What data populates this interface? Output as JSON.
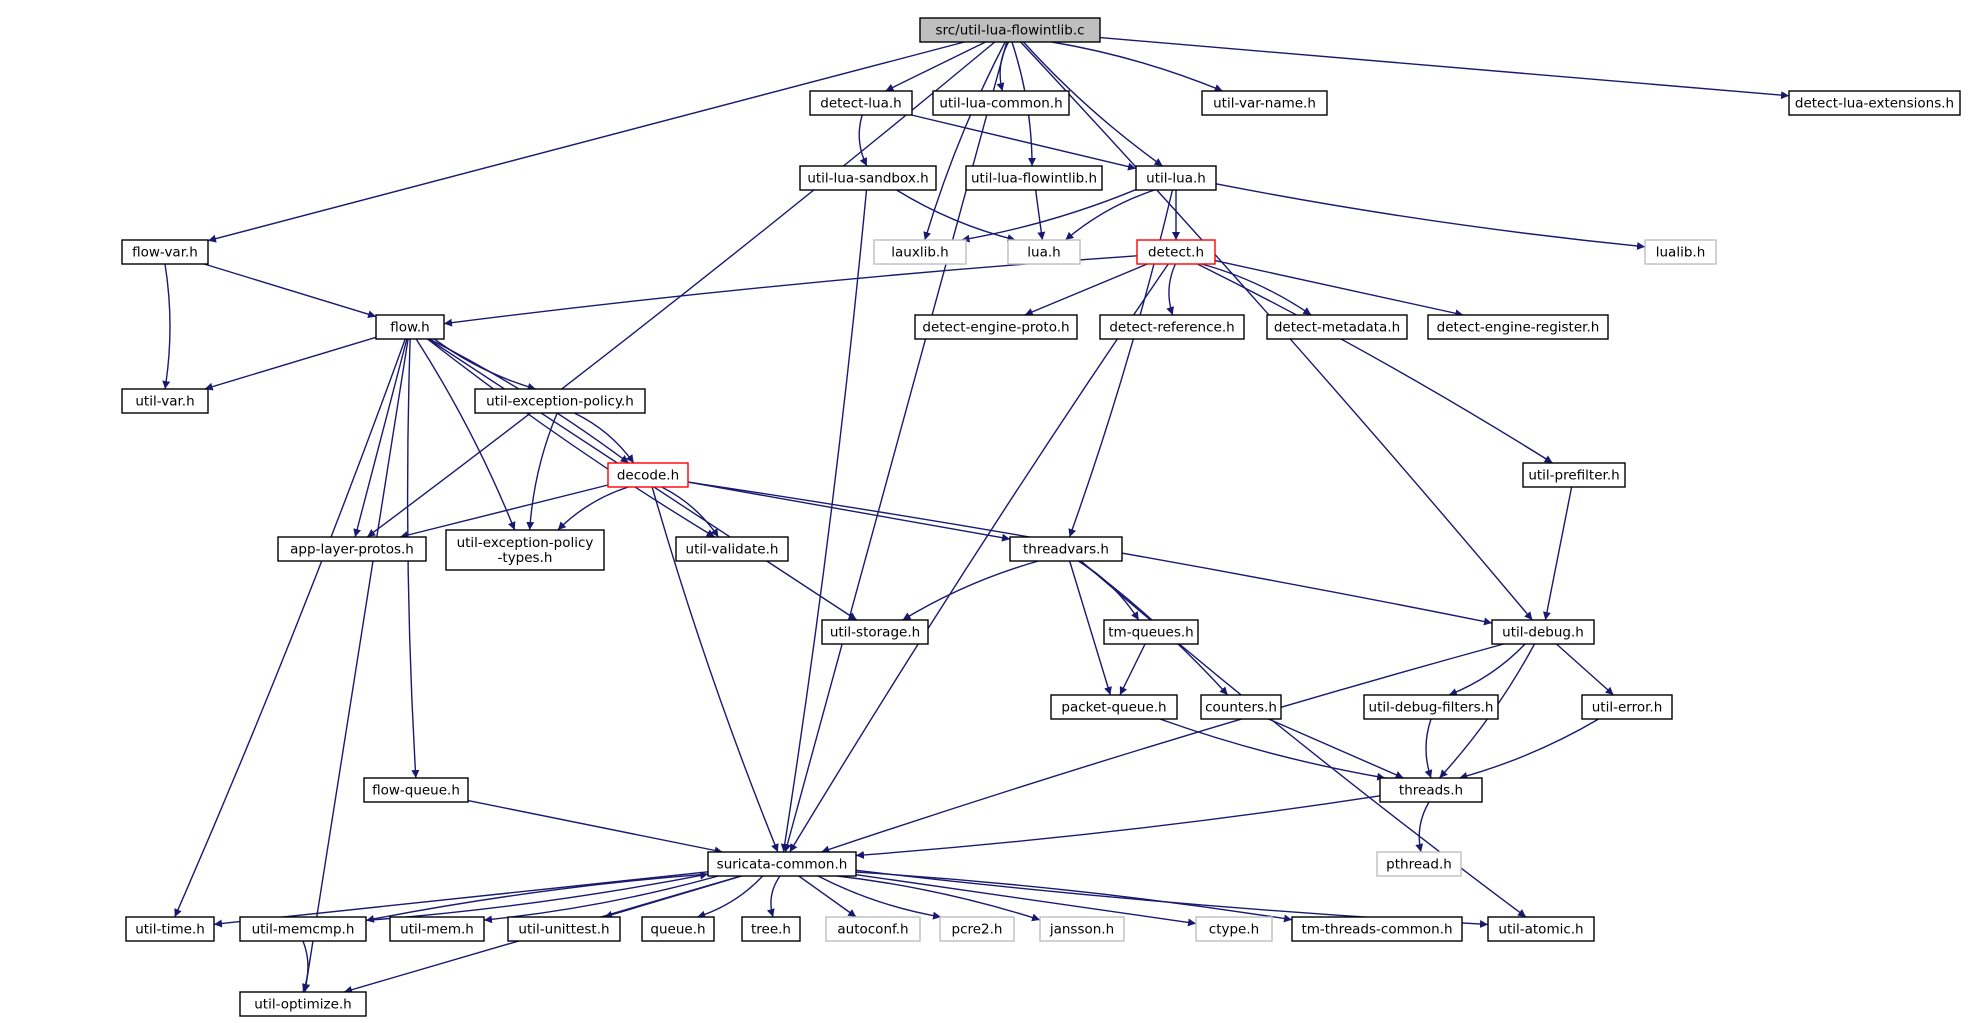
{
  "diagram": {
    "type": "include-dependency-graph",
    "root": "src/util-lua-flowintlib.c",
    "colors": {
      "edge": "#191970",
      "root_fill": "#bfbfbf",
      "highlight_border": "#ff0000",
      "external_border": "#bfbfbf"
    },
    "nodes": [
      {
        "id": "root",
        "label": "src/util-lua-flowintlib.c",
        "style": "root"
      },
      {
        "id": "detect_lua",
        "label": "detect-lua.h"
      },
      {
        "id": "util_lua_common",
        "label": "util-lua-common.h"
      },
      {
        "id": "util_var_name",
        "label": "util-var-name.h"
      },
      {
        "id": "detect_lua_ext",
        "label": "detect-lua-extensions.h"
      },
      {
        "id": "util_lua_sandbox",
        "label": "util-lua-sandbox.h"
      },
      {
        "id": "util_lua_flowintlib",
        "label": "util-lua-flowintlib.h"
      },
      {
        "id": "util_lua",
        "label": "util-lua.h"
      },
      {
        "id": "flow_var",
        "label": "flow-var.h"
      },
      {
        "id": "lauxlib",
        "label": "lauxlib.h",
        "style": "gray"
      },
      {
        "id": "lua",
        "label": "lua.h",
        "style": "gray"
      },
      {
        "id": "detect",
        "label": "detect.h",
        "style": "red"
      },
      {
        "id": "lualib",
        "label": "lualib.h",
        "style": "gray"
      },
      {
        "id": "flow",
        "label": "flow.h"
      },
      {
        "id": "detect_engine_proto",
        "label": "detect-engine-proto.h"
      },
      {
        "id": "detect_reference",
        "label": "detect-reference.h"
      },
      {
        "id": "detect_metadata",
        "label": "detect-metadata.h"
      },
      {
        "id": "detect_engine_register",
        "label": "detect-engine-register.h"
      },
      {
        "id": "util_var",
        "label": "util-var.h"
      },
      {
        "id": "util_exception_policy",
        "label": "util-exception-policy.h"
      },
      {
        "id": "decode",
        "label": "decode.h",
        "style": "red"
      },
      {
        "id": "util_prefilter",
        "label": "util-prefilter.h"
      },
      {
        "id": "app_layer_protos",
        "label": "app-layer-protos.h"
      },
      {
        "id": "util_exception_policy_types",
        "label": "util-exception-policy\n-types.h"
      },
      {
        "id": "util_validate",
        "label": "util-validate.h"
      },
      {
        "id": "threadvars",
        "label": "threadvars.h"
      },
      {
        "id": "util_storage",
        "label": "util-storage.h"
      },
      {
        "id": "tm_queues",
        "label": "tm-queues.h"
      },
      {
        "id": "util_debug",
        "label": "util-debug.h"
      },
      {
        "id": "packet_queue",
        "label": "packet-queue.h"
      },
      {
        "id": "counters",
        "label": "counters.h"
      },
      {
        "id": "util_debug_filters",
        "label": "util-debug-filters.h"
      },
      {
        "id": "util_error",
        "label": "util-error.h"
      },
      {
        "id": "flow_queue",
        "label": "flow-queue.h"
      },
      {
        "id": "threads",
        "label": "threads.h"
      },
      {
        "id": "suricata_common",
        "label": "suricata-common.h"
      },
      {
        "id": "pthread",
        "label": "pthread.h",
        "style": "gray"
      },
      {
        "id": "util_time",
        "label": "util-time.h"
      },
      {
        "id": "util_memcmp",
        "label": "util-memcmp.h"
      },
      {
        "id": "util_mem",
        "label": "util-mem.h"
      },
      {
        "id": "util_unittest",
        "label": "util-unittest.h"
      },
      {
        "id": "queue",
        "label": "queue.h"
      },
      {
        "id": "tree",
        "label": "tree.h"
      },
      {
        "id": "autoconf",
        "label": "autoconf.h",
        "style": "gray"
      },
      {
        "id": "pcre2",
        "label": "pcre2.h",
        "style": "gray"
      },
      {
        "id": "jansson",
        "label": "jansson.h",
        "style": "gray"
      },
      {
        "id": "ctype",
        "label": "ctype.h",
        "style": "gray"
      },
      {
        "id": "tm_threads_common",
        "label": "tm-threads-common.h"
      },
      {
        "id": "util_atomic",
        "label": "util-atomic.h"
      },
      {
        "id": "util_optimize",
        "label": "util-optimize.h"
      }
    ],
    "edges": [
      [
        "root",
        "detect_lua"
      ],
      [
        "root",
        "util_lua_common"
      ],
      [
        "root",
        "util_var_name"
      ],
      [
        "root",
        "detect_lua_ext"
      ],
      [
        "root",
        "util_lua_flowintlib"
      ],
      [
        "root",
        "util_lua"
      ],
      [
        "root",
        "flow_var"
      ],
      [
        "root",
        "lauxlib"
      ],
      [
        "root",
        "app_layer_protos"
      ],
      [
        "root",
        "suricata_common"
      ],
      [
        "root",
        "util_debug"
      ],
      [
        "detect_lua",
        "util_lua_sandbox"
      ],
      [
        "detect_lua",
        "util_lua"
      ],
      [
        "util_lua_sandbox",
        "lua"
      ],
      [
        "util_lua_sandbox",
        "suricata_common"
      ],
      [
        "util_lua_flowintlib",
        "lua"
      ],
      [
        "util_lua",
        "lauxlib"
      ],
      [
        "util_lua",
        "lua"
      ],
      [
        "util_lua",
        "detect"
      ],
      [
        "util_lua",
        "lualib"
      ],
      [
        "util_lua",
        "threadvars"
      ],
      [
        "flow_var",
        "flow"
      ],
      [
        "flow_var",
        "util_var"
      ],
      [
        "detect",
        "flow"
      ],
      [
        "detect",
        "detect_engine_proto"
      ],
      [
        "detect",
        "detect_reference"
      ],
      [
        "detect",
        "detect_metadata"
      ],
      [
        "detect",
        "detect_engine_register"
      ],
      [
        "detect",
        "util_prefilter"
      ],
      [
        "detect",
        "suricata_common"
      ],
      [
        "flow",
        "util_var"
      ],
      [
        "flow",
        "util_exception_policy"
      ],
      [
        "flow",
        "decode"
      ],
      [
        "flow",
        "app_layer_protos"
      ],
      [
        "flow",
        "util_exception_policy_types"
      ],
      [
        "flow",
        "util_validate"
      ],
      [
        "flow",
        "util_storage"
      ],
      [
        "flow",
        "flow_queue"
      ],
      [
        "flow",
        "util_time"
      ],
      [
        "flow",
        "util_optimize"
      ],
      [
        "util_exception_policy",
        "decode"
      ],
      [
        "util_exception_policy",
        "util_exception_policy_types"
      ],
      [
        "decode",
        "app_layer_protos"
      ],
      [
        "decode",
        "util_exception_policy_types"
      ],
      [
        "decode",
        "util_validate"
      ],
      [
        "decode",
        "threadvars"
      ],
      [
        "decode",
        "util_debug"
      ],
      [
        "decode",
        "suricata_common"
      ],
      [
        "util_prefilter",
        "util_debug"
      ],
      [
        "threadvars",
        "util_storage"
      ],
      [
        "threadvars",
        "tm_queues"
      ],
      [
        "threadvars",
        "packet_queue"
      ],
      [
        "threadvars",
        "counters"
      ],
      [
        "threadvars",
        "util_atomic"
      ],
      [
        "tm_queues",
        "packet_queue"
      ],
      [
        "util_debug",
        "suricata_common"
      ],
      [
        "util_debug",
        "util_debug_filters"
      ],
      [
        "util_debug",
        "util_error"
      ],
      [
        "util_debug",
        "threads"
      ],
      [
        "packet_queue",
        "threads"
      ],
      [
        "counters",
        "threads"
      ],
      [
        "util_debug_filters",
        "threads"
      ],
      [
        "util_error",
        "threads"
      ],
      [
        "flow_queue",
        "suricata_common"
      ],
      [
        "threads",
        "suricata_common"
      ],
      [
        "threads",
        "pthread"
      ],
      [
        "suricata_common",
        "util_time"
      ],
      [
        "suricata_common",
        "util_memcmp"
      ],
      [
        "suricata_common",
        "util_mem"
      ],
      [
        "suricata_common",
        "util_unittest"
      ],
      [
        "suricata_common",
        "queue"
      ],
      [
        "suricata_common",
        "tree"
      ],
      [
        "suricata_common",
        "autoconf"
      ],
      [
        "suricata_common",
        "pcre2"
      ],
      [
        "suricata_common",
        "jansson"
      ],
      [
        "suricata_common",
        "ctype"
      ],
      [
        "suricata_common",
        "tm_threads_common"
      ],
      [
        "suricata_common",
        "util_atomic"
      ],
      [
        "suricata_common",
        "util_optimize"
      ],
      [
        "util_memcmp",
        "suricata_common"
      ],
      [
        "util_memcmp",
        "util_optimize"
      ]
    ]
  }
}
